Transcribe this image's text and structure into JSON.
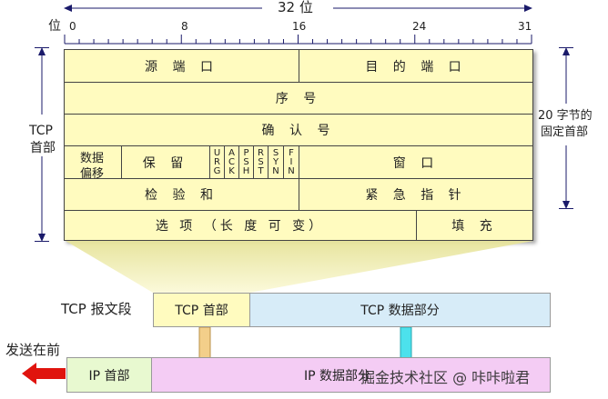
{
  "width_bits": "32 位",
  "pos_label": "位",
  "bit_ticks": [
    "0",
    "8",
    "16",
    "24",
    "31"
  ],
  "left_label_line1": "TCP",
  "left_label_line2": "首部",
  "right_label_line1": "20 字节的",
  "right_label_line2": "固定首部",
  "fields": {
    "src_port": "源 端 口",
    "dst_port": "目 的 端 口",
    "seq": "序 号",
    "ack": "确 认 号",
    "offset_line1": "数据",
    "offset_line2": "偏移",
    "reserved": "保 留",
    "flags": [
      "URG",
      "ACK",
      "PSH",
      "RST",
      "SYN",
      "FIN"
    ],
    "window": "窗 口",
    "checksum": "检 验 和",
    "urgent": "紧 急 指 针",
    "options": "选 项 （长 度 可 变）",
    "padding": "填 充"
  },
  "segment_label": "TCP 报文段",
  "tcp_header": "TCP 首部",
  "tcp_data": "TCP 数据部分",
  "send_first": "发送在前",
  "ip_header": "IP 首部",
  "ip_data": "IP 数据部分",
  "watermark": "掘金技术社区 @ 咔咔啦君",
  "colors": {
    "header_fill": "#fffbbf",
    "data_fill": "#d7ecf8",
    "ip_header_fill": "#e8f9d0",
    "ip_data_fill": "#f4ccf4",
    "arrow_red": "#e0140e",
    "arrow_orange": "#f3cf8a",
    "arrow_cyan": "#4ce1ec",
    "dim_line": "#1a1a6a"
  }
}
